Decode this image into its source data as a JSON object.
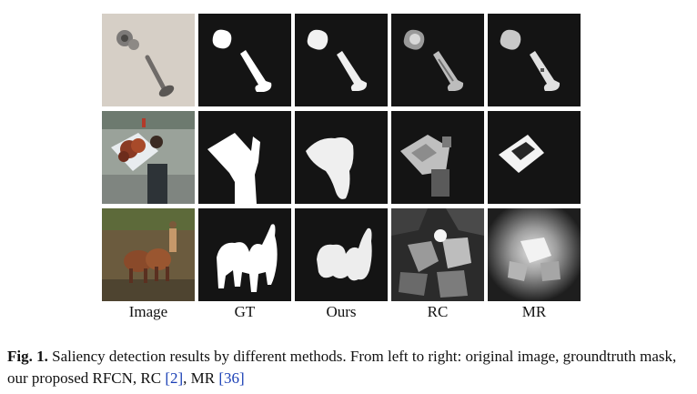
{
  "columns": [
    "Image",
    "GT",
    "Ours",
    "RC",
    "MR"
  ],
  "caption": {
    "label": "Fig. 1.",
    "text_before_rc": " Saliency detection results by different methods. From left to right: original image, groundtruth mask, our proposed RFCN, RC ",
    "ref_rc": "[2]",
    "text_between": ", MR ",
    "ref_mr": "[36]"
  },
  "colors": {
    "background": "#ffffff",
    "map_background": "#141414",
    "citation": "#1a3fb5"
  }
}
